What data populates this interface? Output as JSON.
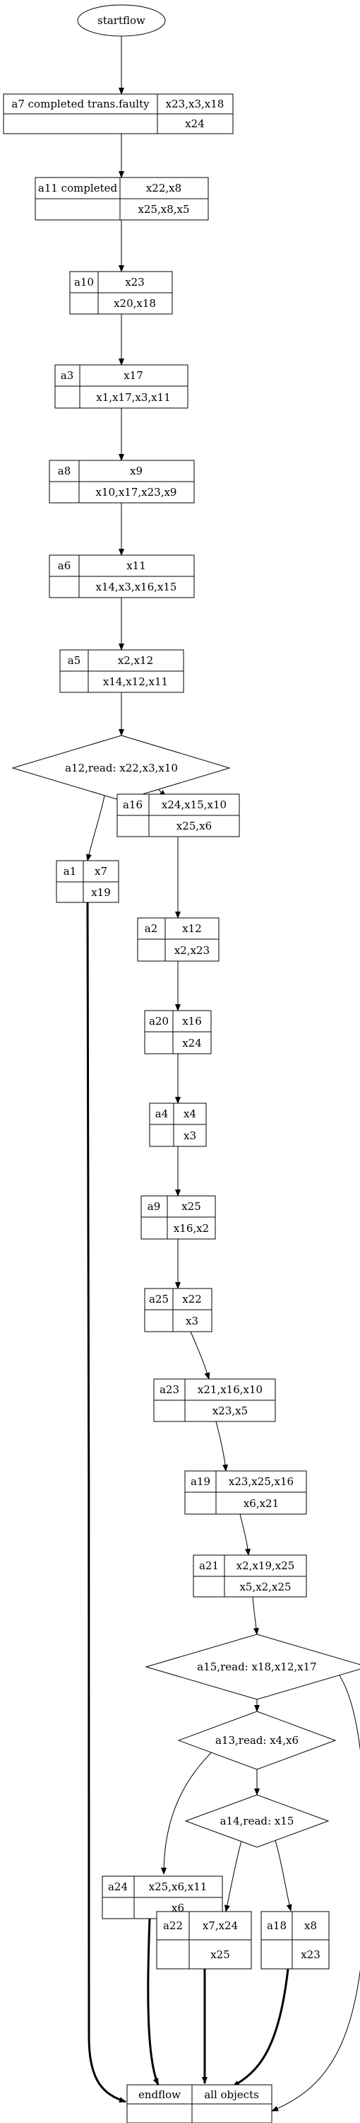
{
  "start": {
    "label": "startflow"
  },
  "end": {
    "left": "endflow",
    "right": "all objects"
  },
  "boxes": [
    {
      "id": "a7",
      "label": "a7 completed trans.faulty",
      "top": "x23,x3,x18",
      "bottom": "x24"
    },
    {
      "id": "a11",
      "label": "a11 completed",
      "top": "x22,x8",
      "bottom": "x25,x8,x5"
    },
    {
      "id": "a10",
      "label": "a10",
      "top": "x23",
      "bottom": "x20,x18"
    },
    {
      "id": "a3",
      "label": "a3",
      "top": "x17",
      "bottom": "x1,x17,x3,x11"
    },
    {
      "id": "a8",
      "label": "a8",
      "top": "x9",
      "bottom": "x10,x17,x23,x9"
    },
    {
      "id": "a6",
      "label": "a6",
      "top": "x11",
      "bottom": "x14,x3,x16,x15"
    },
    {
      "id": "a5",
      "label": "a5",
      "top": "x2,x12",
      "bottom": "x14,x12,x11"
    },
    {
      "id": "a16",
      "label": "a16",
      "top": "x24,x15,x10",
      "bottom": "x25,x6"
    },
    {
      "id": "a1",
      "label": "a1",
      "top": "x7",
      "bottom": "x19"
    },
    {
      "id": "a2",
      "label": "a2",
      "top": "x12",
      "bottom": "x2,x23"
    },
    {
      "id": "a20",
      "label": "a20",
      "top": "x16",
      "bottom": "x24"
    },
    {
      "id": "a4",
      "label": "a4",
      "top": "x4",
      "bottom": "x3"
    },
    {
      "id": "a9",
      "label": "a9",
      "top": "x25",
      "bottom": "x16,x2"
    },
    {
      "id": "a25",
      "label": "a25",
      "top": "x22",
      "bottom": "x3"
    },
    {
      "id": "a23",
      "label": "a23",
      "top": "x21,x16,x10",
      "bottom": "x23,x5"
    },
    {
      "id": "a19",
      "label": "a19",
      "top": "x23,x25,x16",
      "bottom": "x6,x21"
    },
    {
      "id": "a21",
      "label": "a21",
      "top": "x2,x19,x25",
      "bottom": "x5,x2,x25"
    },
    {
      "id": "a24",
      "label": "a24",
      "top": "x25,x6,x11",
      "bottom": "x6"
    },
    {
      "id": "a22",
      "label": "a22",
      "top": "x7,x24",
      "bottom": "x25"
    },
    {
      "id": "a18",
      "label": "a18",
      "top": "x8",
      "bottom": "x23"
    }
  ],
  "decisions": [
    {
      "id": "a12",
      "label": "a12,read: x22,x3,x10"
    },
    {
      "id": "a15",
      "label": "a15,read: x18,x12,x17"
    },
    {
      "id": "a13",
      "label": "a13,read: x4,x6"
    },
    {
      "id": "a14",
      "label": "a14,read: x15"
    }
  ]
}
